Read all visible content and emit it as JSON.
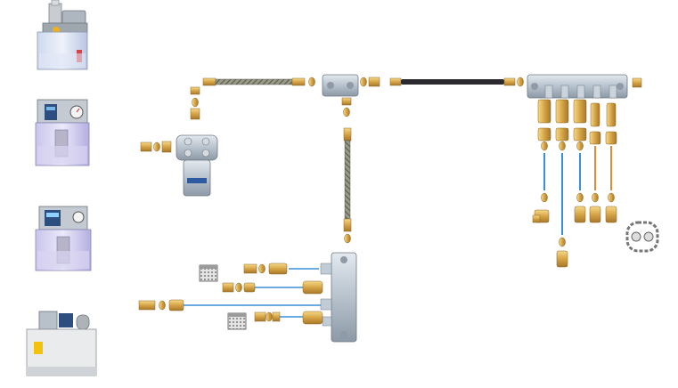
{
  "diagram": {
    "kind": "lubrication-system-components",
    "pumps": [
      {
        "name": "lubrication-pump-1",
        "icon": "manual-pump-icon"
      },
      {
        "name": "lubrication-pump-2",
        "icon": "electric-pump-gauge-icon"
      },
      {
        "name": "lubrication-pump-3",
        "icon": "electric-pump-display-icon"
      },
      {
        "name": "lubrication-pump-4",
        "icon": "grease-pump-icon"
      }
    ],
    "filter": {
      "name": "oil-filter",
      "icon": "filter-icon",
      "label": ""
    },
    "hoses": [
      {
        "name": "braided-hose-upper",
        "style": "braided"
      },
      {
        "name": "braided-hose-vertical",
        "style": "braided"
      },
      {
        "name": "black-nylon-hose",
        "style": "smooth"
      }
    ],
    "blocks": [
      {
        "name": "tee-connector",
        "icon": "tee-icon"
      },
      {
        "name": "main-distributor",
        "icon": "distributor-icon"
      },
      {
        "name": "lower-distributor-block",
        "icon": "manifold-icon"
      }
    ],
    "line_colors": {
      "blue": "#3a8fd8",
      "orange": "#e08a3a",
      "brass": "#d4a24a",
      "braid": "#8a8a7a",
      "steel": "#b9c4cf"
    },
    "accessories": [
      {
        "name": "filter-screen-upper",
        "icon": "mesh-filter-icon"
      },
      {
        "name": "filter-screen-lower",
        "icon": "mesh-filter-icon"
      },
      {
        "name": "chain-sprocket",
        "icon": "chain-icon"
      }
    ]
  }
}
